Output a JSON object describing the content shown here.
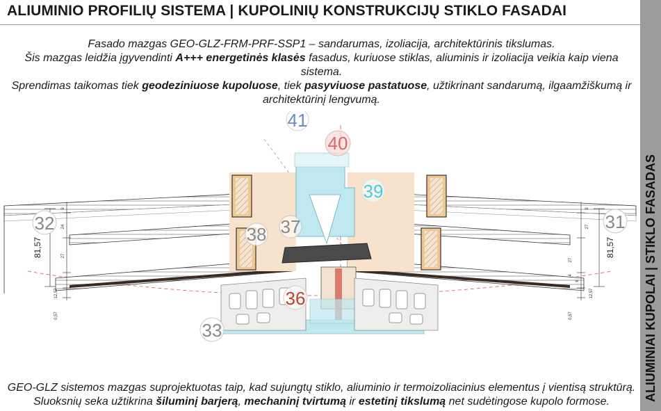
{
  "header": {
    "title": "ALIUMINIO PROFILIŲ SISTEMA | KUPOLINIŲ KONSTRUKCIJŲ STIKLO FASADAI"
  },
  "side_label": "ALIUMINIAI KUPOLAI |  STIKLO FASADAS",
  "intro": {
    "line1": "Fasado mazgas GEO-GLZ-FRM-PRF-SSP1 – sandarumas, izoliacija, architektūrinis tikslumas.",
    "line2_a": "Šis mazgas leidžia įgyvendinti ",
    "line2_b": "A+++ energetinės klasės",
    "line2_c": " fasadus, kuriuose stiklas, aliuminis ir izoliacija veikia kaip viena sistema.",
    "line3_a": "Sprendimas taikomas tiek ",
    "line3_b": "geodeziniuose kupoluose",
    "line3_c": ", tiek ",
    "line3_d": "pasyviuose pastatuose",
    "line3_e": ", užtikrinant sandarumą, ilgaamžiškumą ir architektūrinį lengvumą."
  },
  "outro": {
    "a": "GEO-GLZ sistemos mazgas suprojektuotas taip, kad sujungtų stiklo, aliuminio ir termoizoliacinius elementus į vientisą struktūrą. Sluoksnių seka užtikrina ",
    "b": "šiluminį barjerą",
    "c": ", ",
    "d": "mechaninį tvirtumą",
    "e": " ir ",
    "f": "estetinį tikslumą",
    "g": " net sudėtingose kupolo formose."
  },
  "diagram": {
    "callouts": {
      "c41": "41",
      "c40": "40",
      "c39": "39",
      "c38": "38",
      "c37": "37",
      "c36": "36",
      "c33": "33",
      "c32": "32",
      "c31": "31"
    },
    "dimensions": {
      "total": "81,57",
      "d9": "9",
      "d24": "24",
      "d27": "27",
      "d1257": "12,57",
      "d057": "0,57",
      "d4": "4",
      "d6": "6"
    },
    "colors": {
      "glass": "#cfe9f1",
      "insulation": "#f6e3cf",
      "gasket": "#555555",
      "frame": "#e6e6e6",
      "highlight": "#bfe8f0"
    }
  }
}
